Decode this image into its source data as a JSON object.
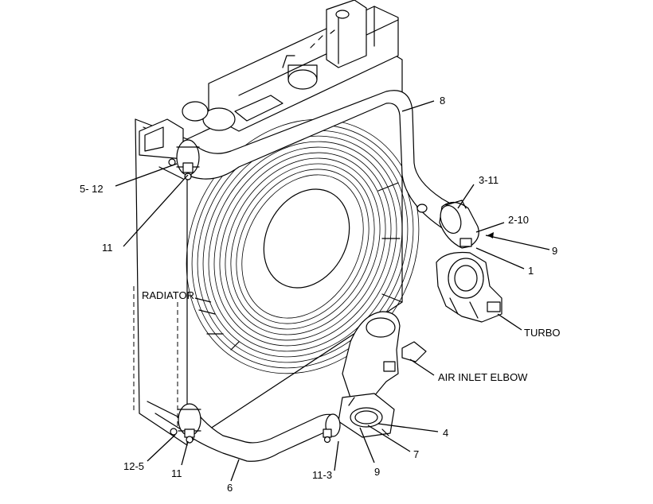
{
  "labels": {
    "radiator": "RADIATOR",
    "turbo": "TURBO",
    "air_inlet_elbow": "AIR INLET ELBOW",
    "c8": "8",
    "c3_11": "3-11",
    "c2_10": "2-10",
    "c9_top": "9",
    "c1": "1",
    "c5_12": "5- 12",
    "c11_top": "11",
    "c4": "4",
    "c7": "7",
    "c9_bottom": "9",
    "c11_3": "11-3",
    "c12_5": "12-5",
    "c11_bottom": "11",
    "c6": "6"
  }
}
